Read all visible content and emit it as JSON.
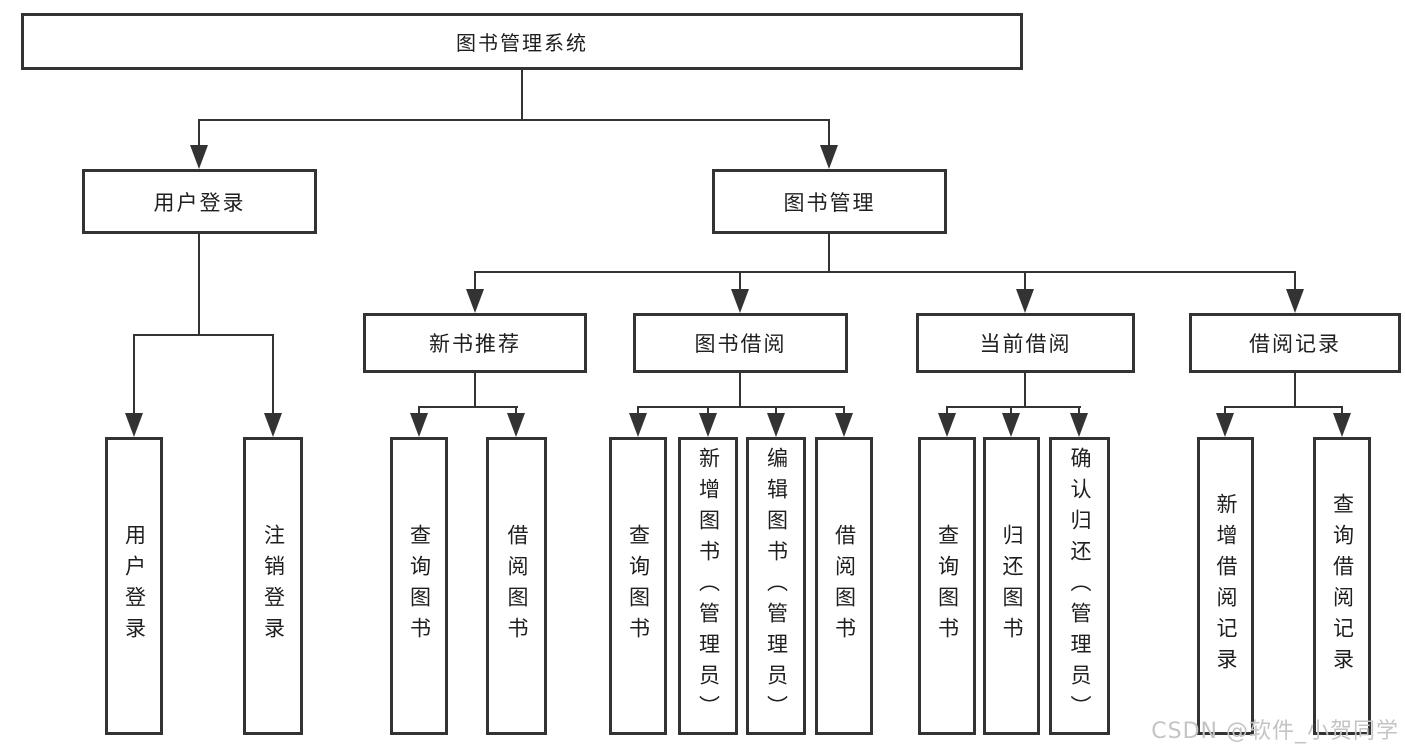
{
  "diagram": {
    "title": "图书管理系统",
    "root": {
      "label": "图书管理系统"
    },
    "level2": [
      {
        "label": "用户登录"
      },
      {
        "label": "图书管理"
      }
    ],
    "level3": [
      {
        "label": "新书推荐"
      },
      {
        "label": "图书借阅"
      },
      {
        "label": "当前借阅"
      },
      {
        "label": "借阅记录"
      }
    ],
    "leaves": [
      {
        "label": "用户登录"
      },
      {
        "label": "注销登录"
      },
      {
        "label": "查询图书"
      },
      {
        "label": "借阅图书"
      },
      {
        "label": "查询图书"
      },
      {
        "label": "新增图书（管理员）"
      },
      {
        "label": "编辑图书（管理员）"
      },
      {
        "label": "借阅图书"
      },
      {
        "label": "查询图书"
      },
      {
        "label": "归还图书"
      },
      {
        "label": "确认归还（管理员）"
      },
      {
        "label": "新增借阅记录"
      },
      {
        "label": "查询借阅记录"
      }
    ]
  },
  "watermark": {
    "text": "CSDN @软件_小贺同学"
  },
  "colors": {
    "line": "#333333",
    "text": "#1f1f1f",
    "background": "#ffffff",
    "watermark": "#c4c4c4"
  }
}
